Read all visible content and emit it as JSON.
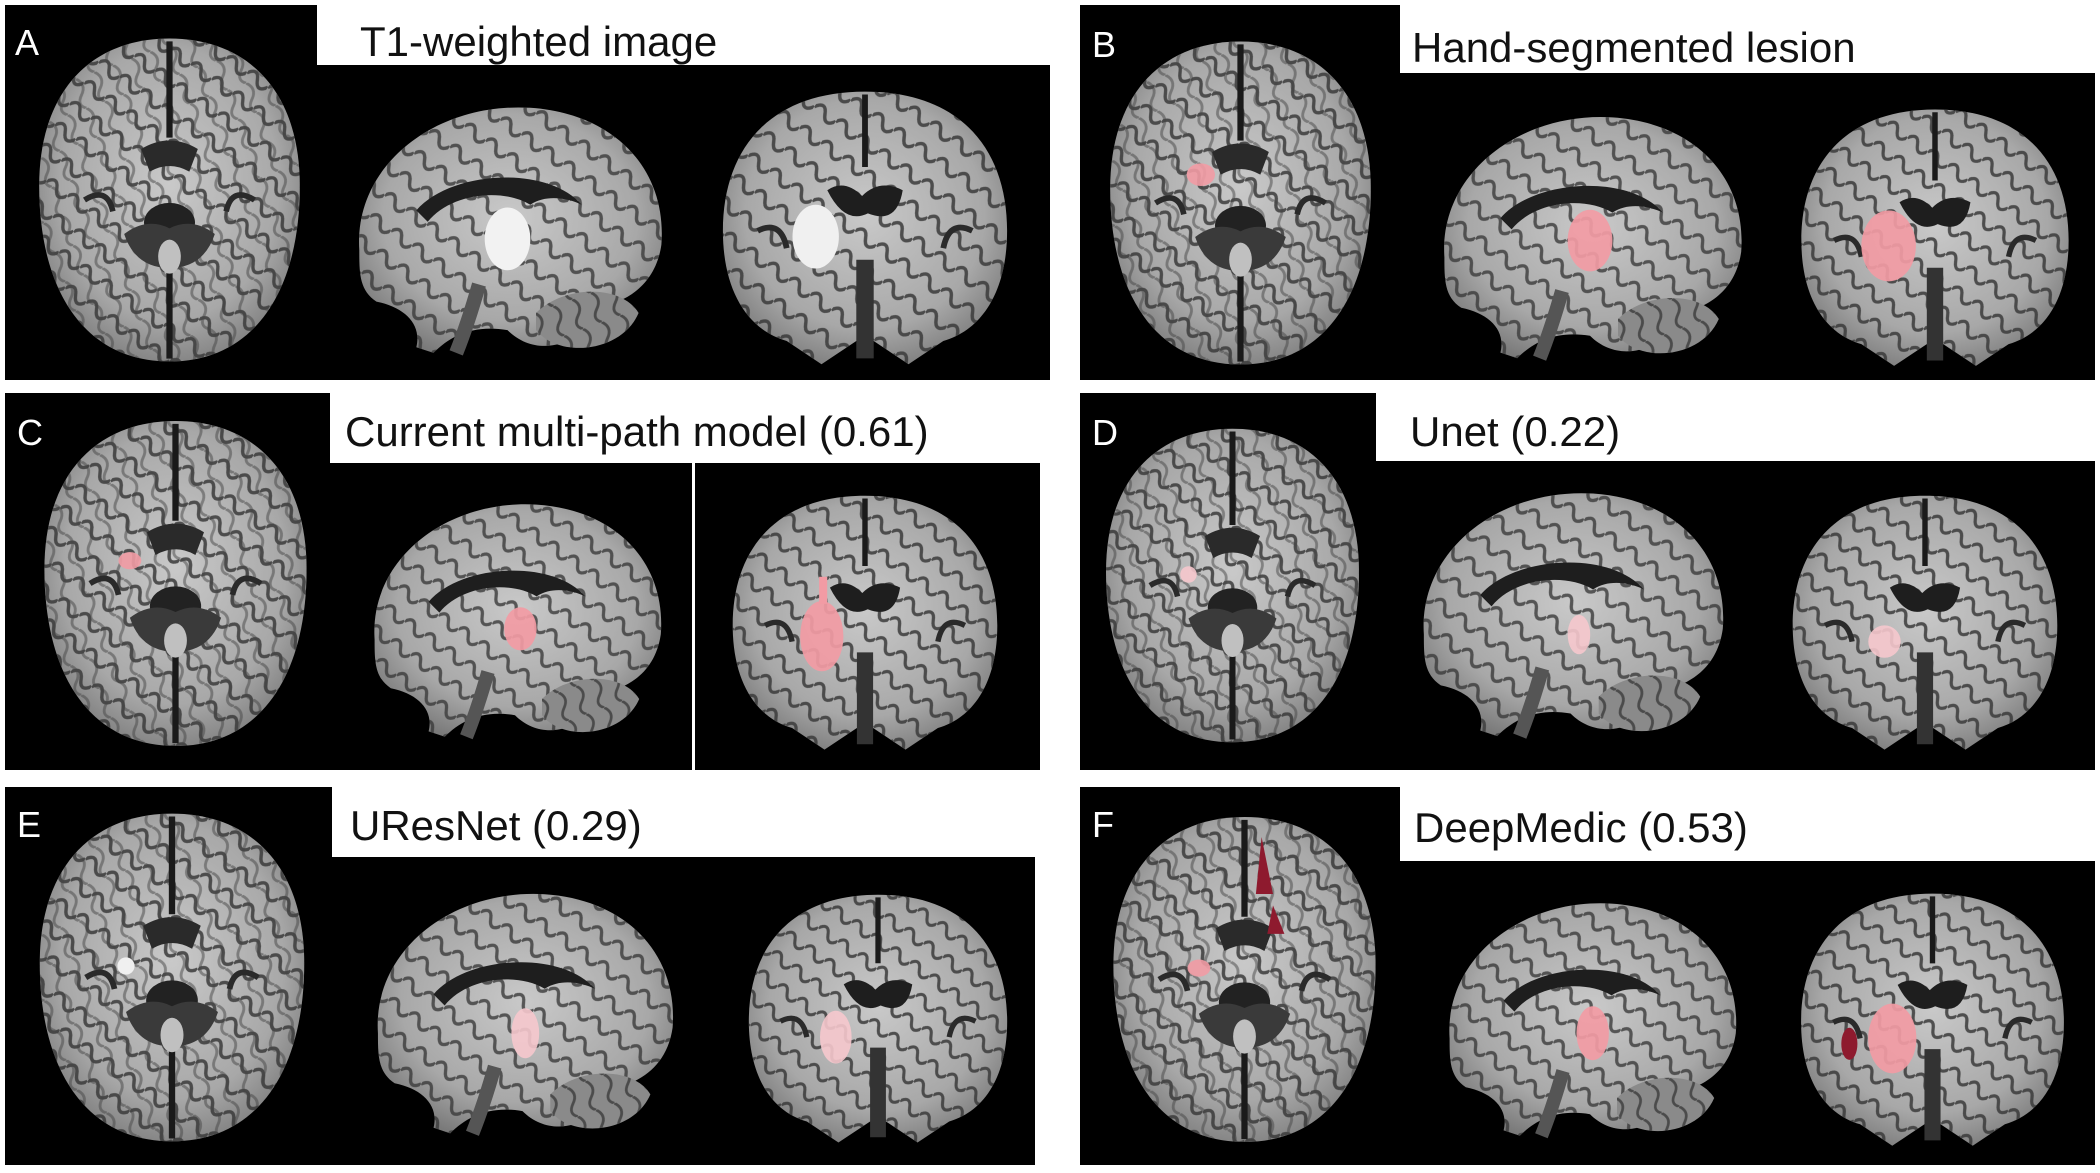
{
  "figure": {
    "panels": [
      {
        "id": "A",
        "letter": "A",
        "title": "T1-weighted image",
        "lesion": "bright"
      },
      {
        "id": "B",
        "letter": "B",
        "title": "Hand-segmented lesion",
        "lesion": "hand"
      },
      {
        "id": "C",
        "letter": "C",
        "title": "Current multi-path model (0.61)",
        "lesion": "multipath"
      },
      {
        "id": "D",
        "letter": "D",
        "title": "Unet (0.22)",
        "lesion": "unet"
      },
      {
        "id": "E",
        "letter": "E",
        "title": "UResNet (0.29)",
        "lesion": "uresnet"
      },
      {
        "id": "F",
        "letter": "F",
        "title": "DeepMedic (0.53)",
        "lesion": "deepmedic"
      }
    ],
    "views": [
      "axial",
      "sagittal",
      "coronal"
    ],
    "colors": {
      "background": "#000000",
      "brain": "#9a9a9a",
      "sulci": "#2a2a2a",
      "lesion_mask": "#f29ba4",
      "false_positive": "#8e1a2e",
      "hyperintense": "#f2f2f2"
    }
  }
}
